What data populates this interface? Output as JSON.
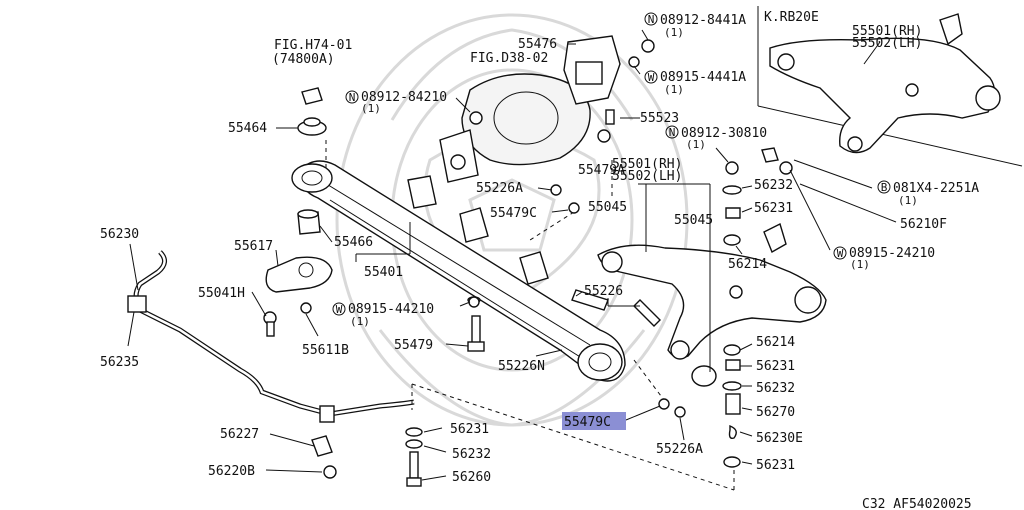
{
  "corner_code": "C32  AF54020025",
  "inset": {
    "title": "K.RB20E",
    "rh": "55501(RH)",
    "lh": "55502(LH)"
  },
  "labels": {
    "fig_h74": "FIG.H74-01",
    "fig_h74_sub": "(74800A)",
    "p55476": "55476",
    "fig_d38": "FIG.D38-02",
    "n08912_8441a": "08912-8441A",
    "n08912_8441a_q": "(1)",
    "w08915_4441a": "08915-4441A",
    "w08915_4441a_q": "(1)",
    "n08912_84210": "08912-84210",
    "n08912_84210_q": "(1)",
    "p55523": "55523",
    "p55464": "55464",
    "n08912_30810": "08912-30810",
    "n08912_30810_q": "(1)",
    "p55479a": "55479A",
    "p55501": "55501(RH)",
    "p55502": "55502(LH)",
    "p55226a_top": "55226A",
    "p56232_top": "56232",
    "b081x4": "081X4-2251A",
    "b081x4_q": "(1)",
    "p55479c_top": "55479C",
    "p55045_a": "55045",
    "p56231_top": "56231",
    "p56210f": "56210F",
    "p55045_b": "55045",
    "p56230": "56230",
    "p55466": "55466",
    "w08915_24210": "08915-24210",
    "w08915_24210_q": "(1)",
    "p55617": "55617",
    "p56214_top": "56214",
    "p55401": "55401",
    "p55041h": "55041H",
    "p55226": "55226",
    "w08915_44210": "08915-44210",
    "w08915_44210_q": "(1)",
    "p55611b": "55611B",
    "p56214": "56214",
    "p55479": "55479",
    "p56231_mid": "56231",
    "p56235": "56235",
    "p55226n": "55226N",
    "p56232_mid": "56232",
    "p56270": "56270",
    "p55479c_hl": "55479C",
    "p56227": "56227",
    "p56231_low": "56231",
    "p56230e": "56230E",
    "p55226a_low": "55226A",
    "p56232_low": "56232",
    "p56231_bot": "56231",
    "p56220b": "56220B",
    "p56260": "56260"
  },
  "symbols": {
    "nut": "N",
    "washer": "W",
    "bolt": "B"
  },
  "colors": {
    "line": "#111111",
    "highlight": "#8b8fd4",
    "watermark": "#d9d9d9"
  }
}
